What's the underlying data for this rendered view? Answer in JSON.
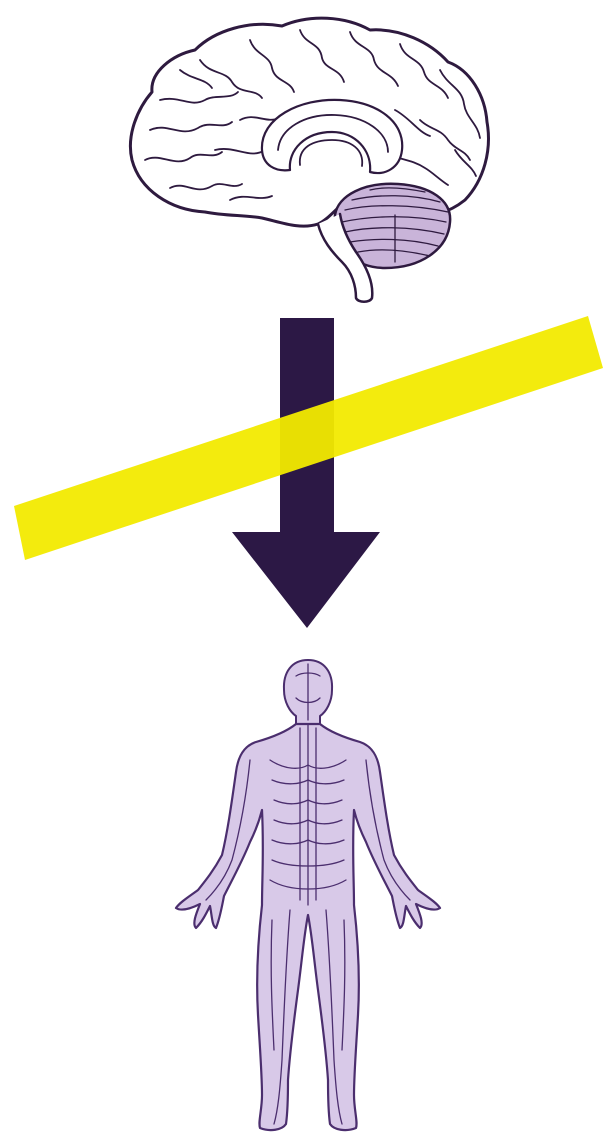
{
  "diagram": {
    "elements": [
      {
        "id": "brain",
        "icon": "brain-icon"
      },
      {
        "id": "arrow",
        "icon": "arrow-down-icon",
        "direction": "down"
      },
      {
        "id": "strike",
        "icon": "strike-bar"
      },
      {
        "id": "body",
        "icon": "human-nervous-system-icon"
      }
    ]
  },
  "colors": {
    "outline": "#2e1a3f",
    "brain_fill": "#ffffff",
    "cerebellum_fill": "#c9b4d9",
    "arrow": "#2c1845",
    "strike": "#f2ea00",
    "body_fill": "#d8c9e8",
    "body_line": "#4b2e6e"
  }
}
